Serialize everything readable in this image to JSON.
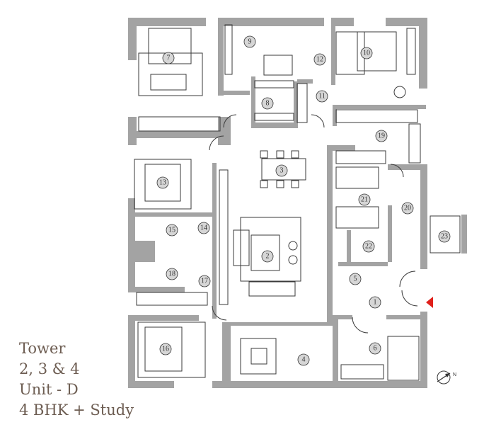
{
  "caption": {
    "line1": "Tower",
    "line2": "2, 3 & 4",
    "line3": "Unit - D",
    "line4": "4 BHK + Study"
  },
  "compass": {
    "north_label": "N"
  },
  "rooms": [
    "1",
    "2",
    "3",
    "4",
    "5",
    "6",
    "7",
    "8",
    "9",
    "10",
    "11",
    "12",
    "13",
    "14",
    "15",
    "16",
    "17",
    "18",
    "19",
    "20",
    "21",
    "22",
    "23"
  ],
  "colors": {
    "wall": "#a3a3a3",
    "entry_marker": "#e0201b",
    "caption_text": "#6d5d52"
  }
}
